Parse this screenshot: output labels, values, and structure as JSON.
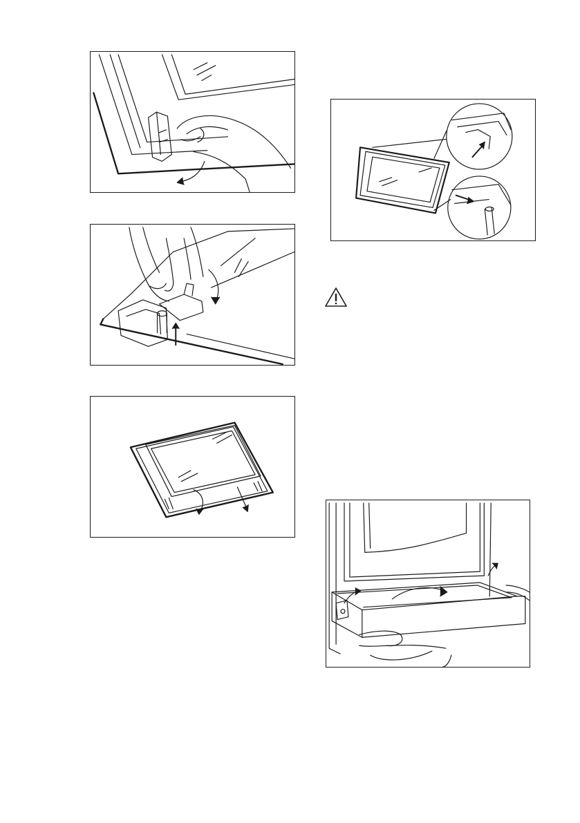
{
  "page": {
    "background": "#ffffff",
    "line_color": "#1a1a1a"
  },
  "figures": [
    {
      "id": "fig1",
      "content": "illustration"
    },
    {
      "id": "fig2",
      "content": "illustration"
    },
    {
      "id": "fig3",
      "content": "illustration"
    },
    {
      "id": "fig4",
      "content": "illustration"
    },
    {
      "id": "fig5",
      "content": "illustration"
    }
  ],
  "warning": {
    "icon": "warning-triangle-icon"
  }
}
